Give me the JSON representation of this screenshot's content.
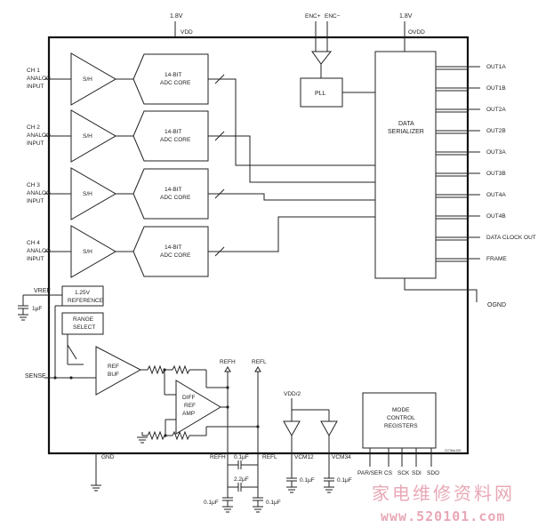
{
  "supply": {
    "vdd_value": "1.8V",
    "vdd_label": "VDD",
    "ovdd_value": "1.8V",
    "ovdd_label": "OVDD"
  },
  "clock": {
    "enc_plus": "ENC+",
    "enc_minus": "ENC−",
    "pll": "PLL"
  },
  "channels": [
    {
      "input": [
        "CH 1",
        "ANALOG",
        "INPUT"
      ],
      "sh": "S/H",
      "adc": [
        "14-BIT",
        "ADC CORE"
      ]
    },
    {
      "input": [
        "CH 2",
        "ANALOG",
        "INPUT"
      ],
      "sh": "S/H",
      "adc": [
        "14-BIT",
        "ADC CORE"
      ]
    },
    {
      "input": [
        "CH 3",
        "ANALOG",
        "INPUT"
      ],
      "sh": "S/H",
      "adc": [
        "14-BIT",
        "ADC CORE"
      ]
    },
    {
      "input": [
        "CH 4",
        "ANALOG",
        "INPUT"
      ],
      "sh": "S/H",
      "adc": [
        "14-BIT",
        "ADC CORE"
      ]
    }
  ],
  "serializer": [
    "DATA",
    "SERIALIZER"
  ],
  "outputs": [
    "OUT1A",
    "OUT1B",
    "OUT2A",
    "OUT2B",
    "OUT3A",
    "OUT3B",
    "OUT4A",
    "OUT4B",
    "DATA CLOCK OUT",
    "FRAME"
  ],
  "ognd": "OGND",
  "reference": {
    "vref": "VREF",
    "ref125": [
      "1.25V",
      "REFERENCE"
    ],
    "cap_1uf": "1μF",
    "range": [
      "RANGE",
      "SELECT"
    ],
    "sense": "SENSE",
    "ref_buf": [
      "REF",
      "BUF"
    ],
    "diff_amp": [
      "DIFF",
      "REF",
      "AMP"
    ],
    "refh": "REFH",
    "refl": "REFL"
  },
  "bottom": {
    "gnd": "GND",
    "refh": "REFH",
    "refl": "REFL",
    "cap_01uf_top": "0.1μF",
    "cap_22uf": "2.2μF",
    "cap_01uf_left": "0.1μF",
    "cap_01uf_right": "0.1μF",
    "vdd2": "VDD/2",
    "vcm12": "VCM12",
    "vcm34": "VCM34",
    "cap_vcm12": "0.1μF",
    "cap_vcm34": "0.1μF"
  },
  "mode": {
    "title": [
      "MODE",
      "CONTROL",
      "REGISTERS"
    ],
    "pins": [
      "PAR/SER",
      "CS",
      "SCK",
      "SDI",
      "SDO"
    ]
  },
  "part_code": "2173bd-001",
  "watermark": {
    "cn": "家电维修资料网",
    "url": "www.520101.com"
  }
}
